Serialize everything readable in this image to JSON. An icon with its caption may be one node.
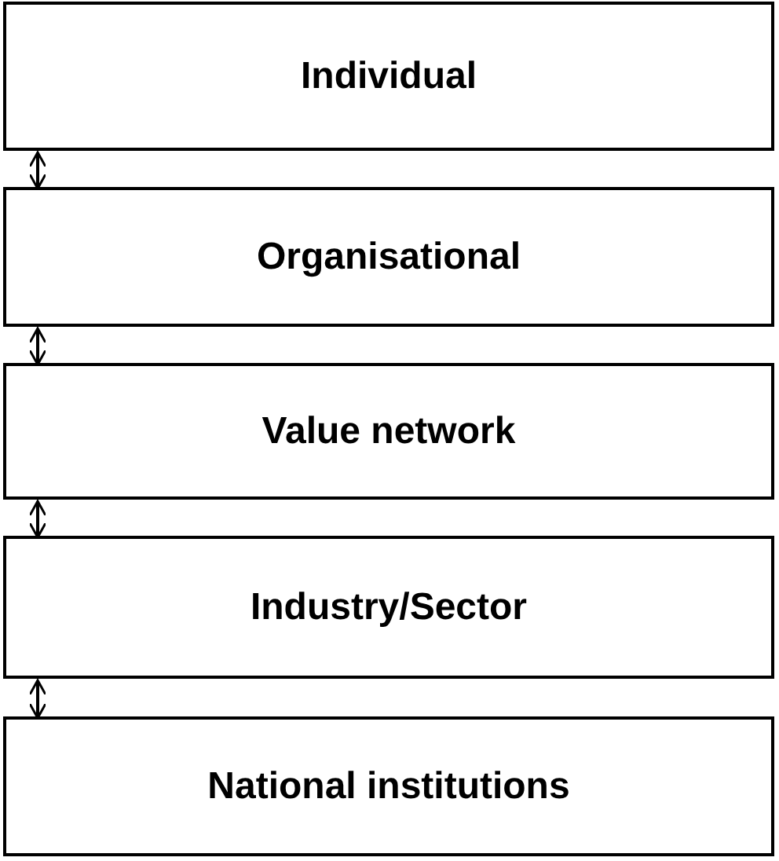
{
  "diagram": {
    "nodes": [
      {
        "text": [
          "Individual"
        ]
      },
      {
        "text": [
          "Organisational"
        ]
      },
      {
        "text": [
          "Value network"
        ]
      },
      {
        "text": [
          "Industry/Sector"
        ]
      },
      {
        "text": [
          "National institutions"
        ]
      }
    ],
    "edges": [
      {
        "from": 0,
        "to": 1,
        "arrow": "both"
      },
      {
        "from": 1,
        "to": 2,
        "arrow": "both"
      },
      {
        "from": 2,
        "to": 3,
        "arrow": "both"
      },
      {
        "from": 3,
        "to": 4,
        "arrow": "both"
      }
    ]
  }
}
